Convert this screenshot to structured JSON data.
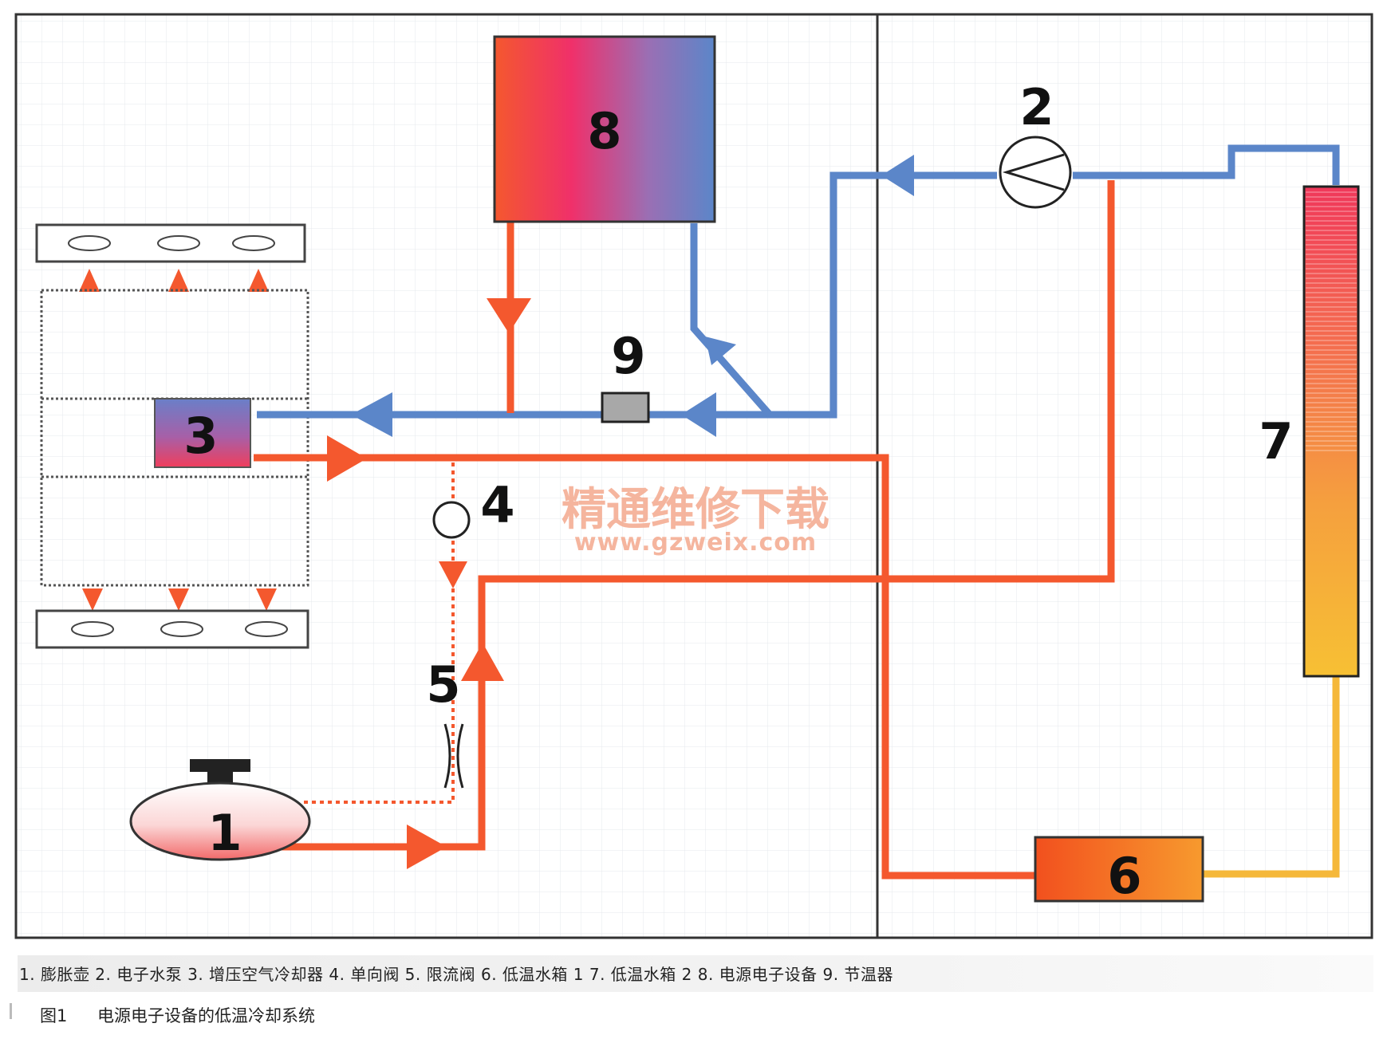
{
  "labels": {
    "c1": "1",
    "c2": "2",
    "c3": "3",
    "c4": "4",
    "c5": "5",
    "c6": "6",
    "c7": "7",
    "c8": "8",
    "c9": "9"
  },
  "watermark": {
    "title": "精通维修下载",
    "url": "www.gzweix.com"
  },
  "legend": "1. 膨胀壶  2. 电子水泵  3. 增压空气冷却器  4. 单向阀  5. 限流阀  6. 低温水箱 1  7. 低温水箱 2  8. 电源电子设备  9. 节温器",
  "caption": {
    "label": "图1",
    "text": "电源电子设备的低温冷却系统"
  },
  "colors": {
    "hot": "#f4582e",
    "cold": "#5b86c9",
    "warm": "#f5b83a",
    "border": "#333333",
    "grid": "#e6e8ec"
  }
}
